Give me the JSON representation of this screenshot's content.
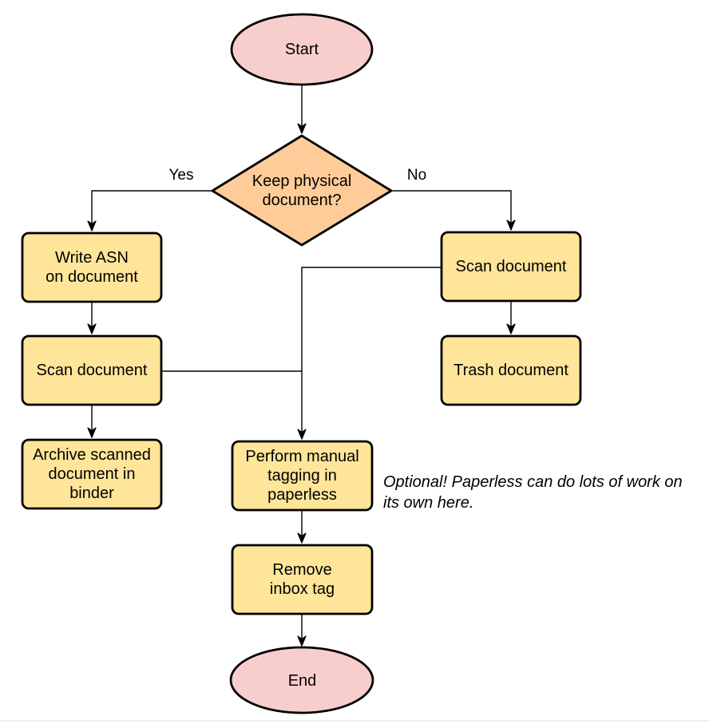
{
  "colors": {
    "terminal_fill": "#f8cecc",
    "decision_fill": "#ffcc99",
    "process_fill": "#ffe599",
    "stroke": "#000000",
    "background": "#ffffff",
    "bottom_rule": "#f2efe4"
  },
  "nodes": {
    "start": {
      "label": "Start",
      "type": "terminal"
    },
    "decision": {
      "label": "Keep physical\ndocument?",
      "type": "decision"
    },
    "write_asn": {
      "label": "Write ASN\non document",
      "type": "process"
    },
    "scan_left": {
      "label": "Scan document",
      "type": "process"
    },
    "archive": {
      "label": "Archive scanned\ndocument in\nbinder",
      "type": "process"
    },
    "scan_right": {
      "label": "Scan document",
      "type": "process"
    },
    "trash": {
      "label": "Trash document",
      "type": "process"
    },
    "tagging": {
      "label": "Perform manual\ntagging in\npaperless",
      "type": "process"
    },
    "remove_inbox": {
      "label": "Remove\ninbox tag",
      "type": "process"
    },
    "end": {
      "label": "End",
      "type": "terminal"
    }
  },
  "edge_labels": {
    "yes": "Yes",
    "no": "No"
  },
  "note": {
    "text": "Optional! Paperless can do lots of work on\nits own here."
  }
}
